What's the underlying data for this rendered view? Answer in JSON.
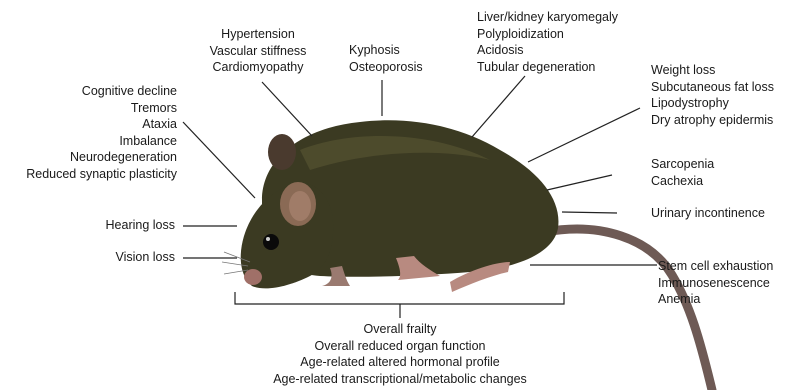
{
  "colors": {
    "fur": "#3b3a22",
    "fur_light": "#5a5733",
    "ear": "#8a6a55",
    "tail": "#6e5a55",
    "paw": "#b88a80",
    "line": "#222222"
  },
  "labels": {
    "cardio": [
      "Hypertension",
      "Vascular stiffness",
      "Cardiomyopathy"
    ],
    "skeletal": [
      "Kyphosis",
      "Osteoporosis"
    ],
    "kidney": [
      "Liver/kidney karyomegaly",
      "Polyploidization",
      "Acidosis",
      "Tubular degeneration"
    ],
    "neuro": [
      "Cognitive decline",
      "Tremors",
      "Ataxia",
      "Imbalance",
      "Neurodegeneration",
      "Reduced synaptic plasticity"
    ],
    "fat": [
      "Weight loss",
      "Subcutaneous fat loss",
      "Lipodystrophy",
      "Dry atrophy epidermis"
    ],
    "muscle": [
      "Sarcopenia",
      "Cachexia"
    ],
    "urinary": [
      "Urinary incontinence"
    ],
    "hearing": [
      "Hearing loss"
    ],
    "vision": [
      "Vision loss"
    ],
    "stem": [
      "Stem cell exhaustion",
      "Immunosenescence",
      "Anemia"
    ],
    "systemic": [
      "Overall frailty",
      "Overall reduced organ function",
      "Age-related altered hormonal profile",
      "Age-related transcriptional/metabolic changes"
    ]
  }
}
